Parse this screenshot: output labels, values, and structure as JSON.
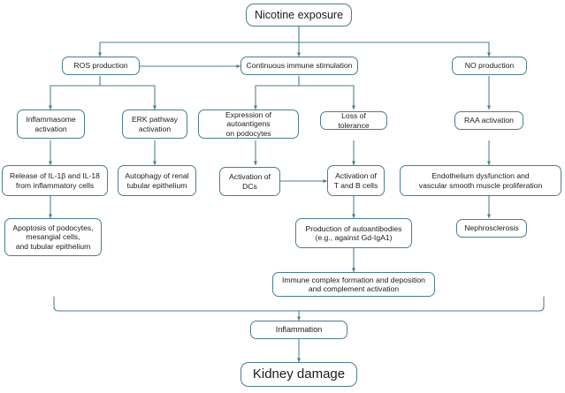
{
  "diagram": {
    "title": "Nicotine exposure pathway to kidney damage",
    "type": "flowchart",
    "orientation": "top-down",
    "colors": {
      "node_border": "#4b7e8f",
      "node_fill": "#ffffff",
      "edge": "#4b7e8f",
      "text": "#1b1b1b",
      "background": "#ffffff"
    },
    "nodes": [
      {
        "id": "nicotine",
        "label": "Nicotine exposure"
      },
      {
        "id": "ros",
        "label": "ROS production"
      },
      {
        "id": "immune",
        "label": "Continuous immune stimulation"
      },
      {
        "id": "no",
        "label": "NO production"
      },
      {
        "id": "inflammasome",
        "label": "Inflammasome\nactivation"
      },
      {
        "id": "erk",
        "label": "ERK pathway\nactivation"
      },
      {
        "id": "autoantigens",
        "label": "Expression of autoantigens\non podocytes"
      },
      {
        "id": "tolerance",
        "label": "Loss of tolerance"
      },
      {
        "id": "raa",
        "label": "RAA activation"
      },
      {
        "id": "release",
        "label": "Release of IL-1β and IL-18\nfrom inflammatory cells"
      },
      {
        "id": "autophagy",
        "label": "Autophagy of renal\ntubular epithelium"
      },
      {
        "id": "dcs",
        "label": "Activation of\nDCs"
      },
      {
        "id": "tbcells",
        "label": "Activation of\nT and B cells"
      },
      {
        "id": "endothelium",
        "label": "Endothelium dysfunction and\nvascular smooth muscle proliferation"
      },
      {
        "id": "apoptosis",
        "label": "Apoptosis of podocytes,\nmesangial cells,\nand tubular epithelium"
      },
      {
        "id": "autoantibodies",
        "label": "Production of autoantibodies\n(e.g., against Gd-IgA1)"
      },
      {
        "id": "nephrosclerosis",
        "label": "Nephrosclerosis"
      },
      {
        "id": "immunecomplex",
        "label": "Immune complex formation and deposition\nand complement activation"
      },
      {
        "id": "inflammation",
        "label": "Inflammation"
      },
      {
        "id": "kidney",
        "label": "Kidney damage"
      }
    ],
    "edges": [
      {
        "from": "nicotine",
        "to": "ros"
      },
      {
        "from": "nicotine",
        "to": "immune"
      },
      {
        "from": "nicotine",
        "to": "no"
      },
      {
        "from": "ros",
        "to": "immune"
      },
      {
        "from": "ros",
        "to": "inflammasome"
      },
      {
        "from": "ros",
        "to": "erk"
      },
      {
        "from": "immune",
        "to": "autoantigens"
      },
      {
        "from": "immune",
        "to": "tolerance"
      },
      {
        "from": "no",
        "to": "raa"
      },
      {
        "from": "inflammasome",
        "to": "release"
      },
      {
        "from": "erk",
        "to": "autophagy"
      },
      {
        "from": "autoantigens",
        "to": "dcs"
      },
      {
        "from": "tolerance",
        "to": "tbcells"
      },
      {
        "from": "raa",
        "to": "endothelium"
      },
      {
        "from": "release",
        "to": "apoptosis"
      },
      {
        "from": "dcs",
        "to": "tbcells"
      },
      {
        "from": "tbcells",
        "to": "autoantibodies"
      },
      {
        "from": "endothelium",
        "to": "nephrosclerosis"
      },
      {
        "from": "autoantibodies",
        "to": "immunecomplex"
      },
      {
        "from": "bracket",
        "to": "inflammation"
      },
      {
        "from": "inflammation",
        "to": "kidney"
      }
    ]
  }
}
